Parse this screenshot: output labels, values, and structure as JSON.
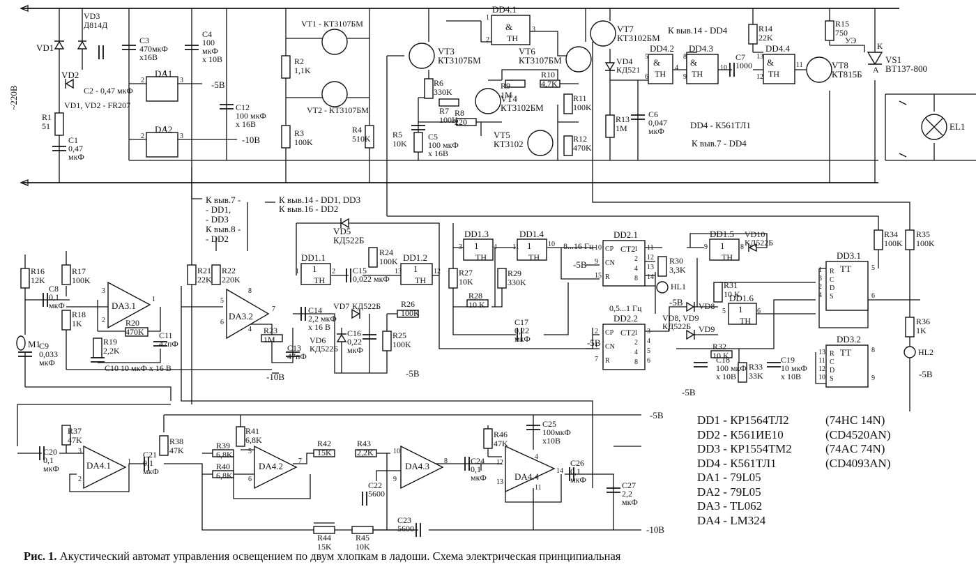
{
  "caption": {
    "label": "Рис. 1.",
    "text": "Акустический автомат управления освещением по двум хлопкам в ладоши. Схема электрическая принципиальная"
  },
  "mains_label": "~220В",
  "parts_list": [
    {
      "name": "DD1 - КР1564ТЛ2",
      "equiv": "(74HC 14N)"
    },
    {
      "name": "DD2 - К561ИЕ10",
      "equiv": "(CD4520AN)"
    },
    {
      "name": "DD3 - КР1554ТМ2",
      "equiv": "(74AC 74N)"
    },
    {
      "name": "DD4 - К561ТЛ1",
      "equiv": "(CD4093AN)"
    },
    {
      "name": "DA1 - 79L05",
      "equiv": ""
    },
    {
      "name": "DA2 - 79L05",
      "equiv": ""
    },
    {
      "name": "DA3 - TL062",
      "equiv": ""
    },
    {
      "name": "DA4 - LM324",
      "equiv": ""
    }
  ],
  "power_notes": {
    "dd4_v14": "К выв.14 - DD4",
    "dd4_v7": "К выв.7 - DD4",
    "dd4_type": "DD4 - К561ТЛ1",
    "dd1_dd3_v7": [
      "К выв.7 -",
      "- DD1,",
      "- DD3",
      "К выв.8 -",
      "- DD2"
    ],
    "dd1_dd3_v14": [
      "К выв.14 - DD1, DD3",
      "К выв.16 - DD2"
    ],
    "vd_types": "VD1, VD2 - FR207"
  },
  "rails": {
    "m5_top": "-5В",
    "m10_top": "-10В",
    "m10_da3": "-10В",
    "m5_da3": "-5В",
    "m5_dd2": "-5В",
    "m5_hl1": "-5В",
    "m5_dd22": "-5В",
    "m5_c18": "-5В",
    "m5_hl2": "-5В",
    "m5_da4": "-5В",
    "m10_da4": "-10В"
  },
  "frequency_labels": {
    "f1": "8...16 Гц",
    "f2": "0,5...1 Гц"
  },
  "ics": {
    "dd41": {
      "name": "DD4.1",
      "sym": "&",
      "tn": "TH",
      "pins": [
        "1",
        "2",
        "3"
      ]
    },
    "dd42": {
      "name": "DD4.2",
      "sym": "&",
      "tn": "TH",
      "pins": [
        "5",
        "6",
        "4"
      ]
    },
    "dd43": {
      "name": "DD4.3",
      "sym": "&",
      "tn": "TH",
      "pins": [
        "8",
        "9",
        "10"
      ]
    },
    "dd44": {
      "name": "DD4.4",
      "sym": "&",
      "tn": "TH",
      "pins": [
        "13",
        "12",
        "11"
      ]
    },
    "dd11": {
      "name": "DD1.1",
      "sym": "1",
      "tn": "TH",
      "pins": [
        "1",
        "2"
      ]
    },
    "dd12": {
      "name": "DD1.2",
      "sym": "1",
      "tn": "TH",
      "pins": [
        "13",
        "12"
      ]
    },
    "dd13": {
      "name": "DD1.3",
      "sym": "1",
      "tn": "TH",
      "pins": [
        "3",
        "4"
      ]
    },
    "dd14": {
      "name": "DD1.4",
      "sym": "1",
      "tn": "TH",
      "pins": [
        "11",
        "10"
      ]
    },
    "dd15": {
      "name": "DD1.5",
      "sym": "1",
      "tn": "TH",
      "pins": [
        "9",
        "8"
      ]
    },
    "dd16": {
      "name": "DD1.6",
      "sym": "1",
      "tn": "TH",
      "pins": [
        "5",
        "6"
      ]
    },
    "dd21": {
      "name": "DD2.1",
      "sym": "CT2",
      "pins_left": [
        "CP",
        "CN",
        "R"
      ],
      "pin_nums_left": [
        "10",
        "9",
        "15"
      ],
      "pin_nums_right": [
        "11",
        "12",
        "13",
        "14"
      ],
      "weights": [
        "1",
        "2",
        "4",
        "8"
      ]
    },
    "dd22": {
      "name": "DD2.2",
      "sym": "CT2",
      "pins_left": [
        "CP",
        "CN",
        "R"
      ],
      "pin_nums_left": [
        "2",
        "1",
        "7"
      ],
      "pin_nums_right": [
        "3",
        "4",
        "5",
        "6"
      ],
      "weights": [
        "1",
        "2",
        "4",
        "8"
      ]
    },
    "dd31": {
      "name": "DD3.1",
      "sym": "TT",
      "pins_left": [
        "R",
        "C",
        "D",
        "S"
      ],
      "pin_nums_left": [
        "1",
        "3",
        "2",
        "4"
      ],
      "pin_nums_right": [
        "5",
        "6"
      ]
    },
    "dd32": {
      "name": "DD3.2",
      "sym": "TT",
      "pins_left": [
        "R",
        "C",
        "D",
        "S"
      ],
      "pin_nums_left": [
        "13",
        "11",
        "12",
        "10"
      ],
      "pin_nums_right": [
        "8",
        "9"
      ]
    },
    "da1": {
      "name": "DA1",
      "pins": [
        "2",
        "1",
        "3"
      ]
    },
    "da2": {
      "name": "DA2",
      "pins": [
        "2",
        "1",
        "3"
      ]
    },
    "da31": {
      "name": "DA3.1",
      "pins": [
        "3",
        "2",
        "1"
      ]
    },
    "da32": {
      "name": "DA3.2",
      "pins": [
        "5",
        "6",
        "7",
        "8",
        "4"
      ]
    },
    "da41": {
      "name": "DA4.1",
      "pins": [
        "3",
        "2",
        "1"
      ]
    },
    "da42": {
      "name": "DA4.2",
      "pins": [
        "5",
        "6",
        "7"
      ]
    },
    "da43": {
      "name": "DA4.3",
      "pins": [
        "10",
        "9",
        "8"
      ]
    },
    "da44": {
      "name": "DA4.4",
      "pins": [
        "12",
        "13",
        "14",
        "4",
        "11"
      ]
    }
  },
  "transistors": {
    "vt1": "VT1 - КТ3107БМ",
    "vt2": "VT2 - КТ3107БМ",
    "vt3": [
      "VT3",
      "КТ3107БМ"
    ],
    "vt4": [
      "VT4",
      "КТ3102БМ"
    ],
    "vt5": [
      "VT5",
      "КТ3102"
    ],
    "vt6": [
      "VT6",
      "КТ3107БМ"
    ],
    "vt7": [
      "VT7",
      "КТ3102БМ"
    ],
    "vt8": [
      "VT8",
      "КТ815Б"
    ],
    "vs1": [
      "VS1",
      "BT137-800"
    ],
    "vs1_pins": [
      "УЭ",
      "К",
      "А"
    ]
  },
  "diodes": {
    "vd1": "VD1",
    "vd2": "VD2",
    "vd3": [
      "VD3",
      "Д814Д"
    ],
    "vd4": [
      "VD4",
      "КД521"
    ],
    "vd5": [
      "VD5",
      "КД522Б"
    ],
    "vd6": [
      "VD6",
      "КД522Б"
    ],
    "vd7": [
      "VD7",
      "КД522Б"
    ],
    "vd8": "VD8",
    "vd9": "VD9",
    "vd89": [
      "VD8, VD9",
      "КД522Б"
    ],
    "vd10": [
      "VD10",
      "КД522Б"
    ],
    "hl1": "HL1",
    "hl2": "HL2",
    "el1": "EL1",
    "m1": "M1"
  },
  "resistors": {
    "r1": [
      "R1",
      "51"
    ],
    "r2": [
      "R2",
      "1,1K"
    ],
    "r3": [
      "R3",
      "100K"
    ],
    "r4": [
      "R4",
      "510K"
    ],
    "r5": [
      "R5",
      "10K"
    ],
    "r6": [
      "R6",
      "330K"
    ],
    "r7": [
      "R7",
      "100K"
    ],
    "r8": [
      "R8",
      "220"
    ],
    "r9": [
      "R9",
      "1M"
    ],
    "r10": [
      "R10",
      "4,7K"
    ],
    "r11": [
      "R11",
      "100K"
    ],
    "r12": [
      "R12",
      "470K"
    ],
    "r13": [
      "R13",
      "1M"
    ],
    "r14": [
      "R14",
      "22K"
    ],
    "r15": [
      "R15",
      "750"
    ],
    "r16": [
      "R16",
      "12K"
    ],
    "r17": [
      "R17",
      "100K"
    ],
    "r18": [
      "R18",
      "1K"
    ],
    "r19": [
      "R19",
      "2,2K"
    ],
    "r20": [
      "R20",
      "470K"
    ],
    "r21": [
      "R21",
      "22K"
    ],
    "r22": [
      "R22",
      "220K"
    ],
    "r23": [
      "R23",
      "1M"
    ],
    "r24": [
      "R24",
      "100K"
    ],
    "r25": [
      "R25",
      "100K"
    ],
    "r26": [
      "R26",
      "100K"
    ],
    "r27": [
      "R27",
      "10K"
    ],
    "r28": [
      "R28",
      "10 K"
    ],
    "r29": [
      "R29",
      "330K"
    ],
    "r30": [
      "R30",
      "3,3K"
    ],
    "r31": [
      "R31",
      "10 K"
    ],
    "r32": [
      "R32",
      "10 K"
    ],
    "r33": [
      "R33",
      "33K"
    ],
    "r34": [
      "R34",
      "100K"
    ],
    "r35": [
      "R35",
      "100K"
    ],
    "r36": [
      "R36",
      "1K"
    ],
    "r37": [
      "R37",
      "47K"
    ],
    "r38": [
      "R38",
      "47K"
    ],
    "r39": [
      "R39",
      "6,8K"
    ],
    "r40": [
      "R40",
      "6,8K"
    ],
    "r41": [
      "R41",
      "6,8K"
    ],
    "r42": [
      "R42",
      "15K"
    ],
    "r43": [
      "R43",
      "2,2K"
    ],
    "r44": [
      "R44",
      "15K"
    ],
    "r45": [
      "R45",
      "10K"
    ],
    "r46": [
      "R46",
      "47K"
    ]
  },
  "capacitors": {
    "c1": [
      "C1",
      "0,47",
      "мкФ"
    ],
    "c2": "C2 - 0,47 мкФ",
    "c3": [
      "C3",
      "470мкФ",
      "x16В"
    ],
    "c4": [
      "C4",
      "100",
      "мкФ",
      "x 10В"
    ],
    "c5": [
      "C5",
      "100 мкФ",
      "x 16В"
    ],
    "c6": [
      "C6",
      "0,047",
      "мкФ"
    ],
    "c7": [
      "C7",
      "1000"
    ],
    "c8": [
      "C8",
      "0,1",
      "мкФ"
    ],
    "c9": [
      "C9",
      "0,033",
      "мкФ"
    ],
    "c10": "C10   10 мкФ x 16 В",
    "c11": [
      "C11",
      "47пФ"
    ],
    "c12": [
      "C12",
      "100 мкФ",
      "x 16В"
    ],
    "c13": [
      "C13",
      "47пФ"
    ],
    "c14": [
      "C14",
      "2,2 мкФ",
      "x 16 В"
    ],
    "c15": [
      "C15",
      "0,022 мкФ"
    ],
    "c16": [
      "C16",
      "0,22",
      "мкФ"
    ],
    "c17": [
      "C17",
      "0,22",
      "мкФ"
    ],
    "c18": [
      "C18",
      "100 мкФ",
      "x 10В"
    ],
    "c19": [
      "C19",
      "10 мкФ",
      "x 10В"
    ],
    "c20": [
      "C20",
      "0,1",
      "мкФ"
    ],
    "c21": [
      "C21",
      "0,1",
      "мкФ"
    ],
    "c22": [
      "C22",
      "5600"
    ],
    "c23": [
      "C23",
      "5600"
    ],
    "c24": [
      "C24",
      "0,1",
      "мкФ"
    ],
    "c25": [
      "C25",
      "100мкФ",
      "x10В"
    ],
    "c26": [
      "C26",
      "0,1",
      "мкФ"
    ],
    "c27": [
      "C27",
      "2,2",
      "мкФ"
    ]
  }
}
